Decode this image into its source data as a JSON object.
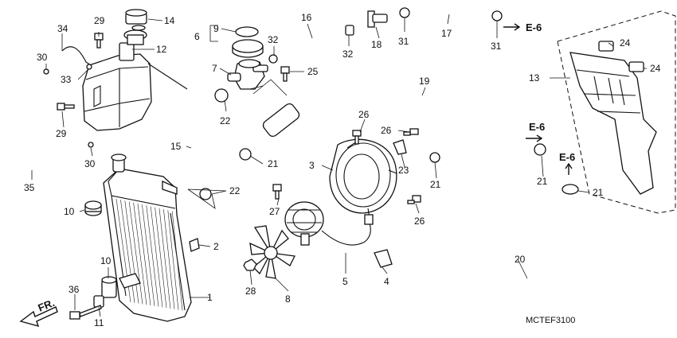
{
  "callouts": {
    "c1": "1",
    "c2": "2",
    "c3": "3",
    "c4": "4",
    "c5": "5",
    "c6": "6",
    "c7": "7",
    "c8": "8",
    "c9": "9",
    "c10a": "10",
    "c10b": "10",
    "c11": "11",
    "c12": "12",
    "c13": "13",
    "c14": "14",
    "c15": "15",
    "c16": "16",
    "c17": "17",
    "c18": "18",
    "c19": "19",
    "c20": "20",
    "c21a": "21",
    "c21b": "21",
    "c21c": "21",
    "c21d": "21",
    "c22a": "22",
    "c22b": "22",
    "c23": "23",
    "c24a": "24",
    "c24b": "24",
    "c25": "25",
    "c26a": "26",
    "c26b": "26",
    "c26c": "26",
    "c27": "27",
    "c28": "28",
    "c29a": "29",
    "c29b": "29",
    "c30a": "30",
    "c30b": "30",
    "c31a": "31",
    "c31b": "31",
    "c32a": "32",
    "c32b": "32",
    "c33": "33",
    "c34": "34",
    "c35": "35",
    "c36": "36"
  },
  "refs": {
    "e6_top": "E-6",
    "e6_mid": "E-6",
    "e6_low": "E-6"
  },
  "front_arrow": "FR.",
  "diagram_code": "MCTEF3100"
}
